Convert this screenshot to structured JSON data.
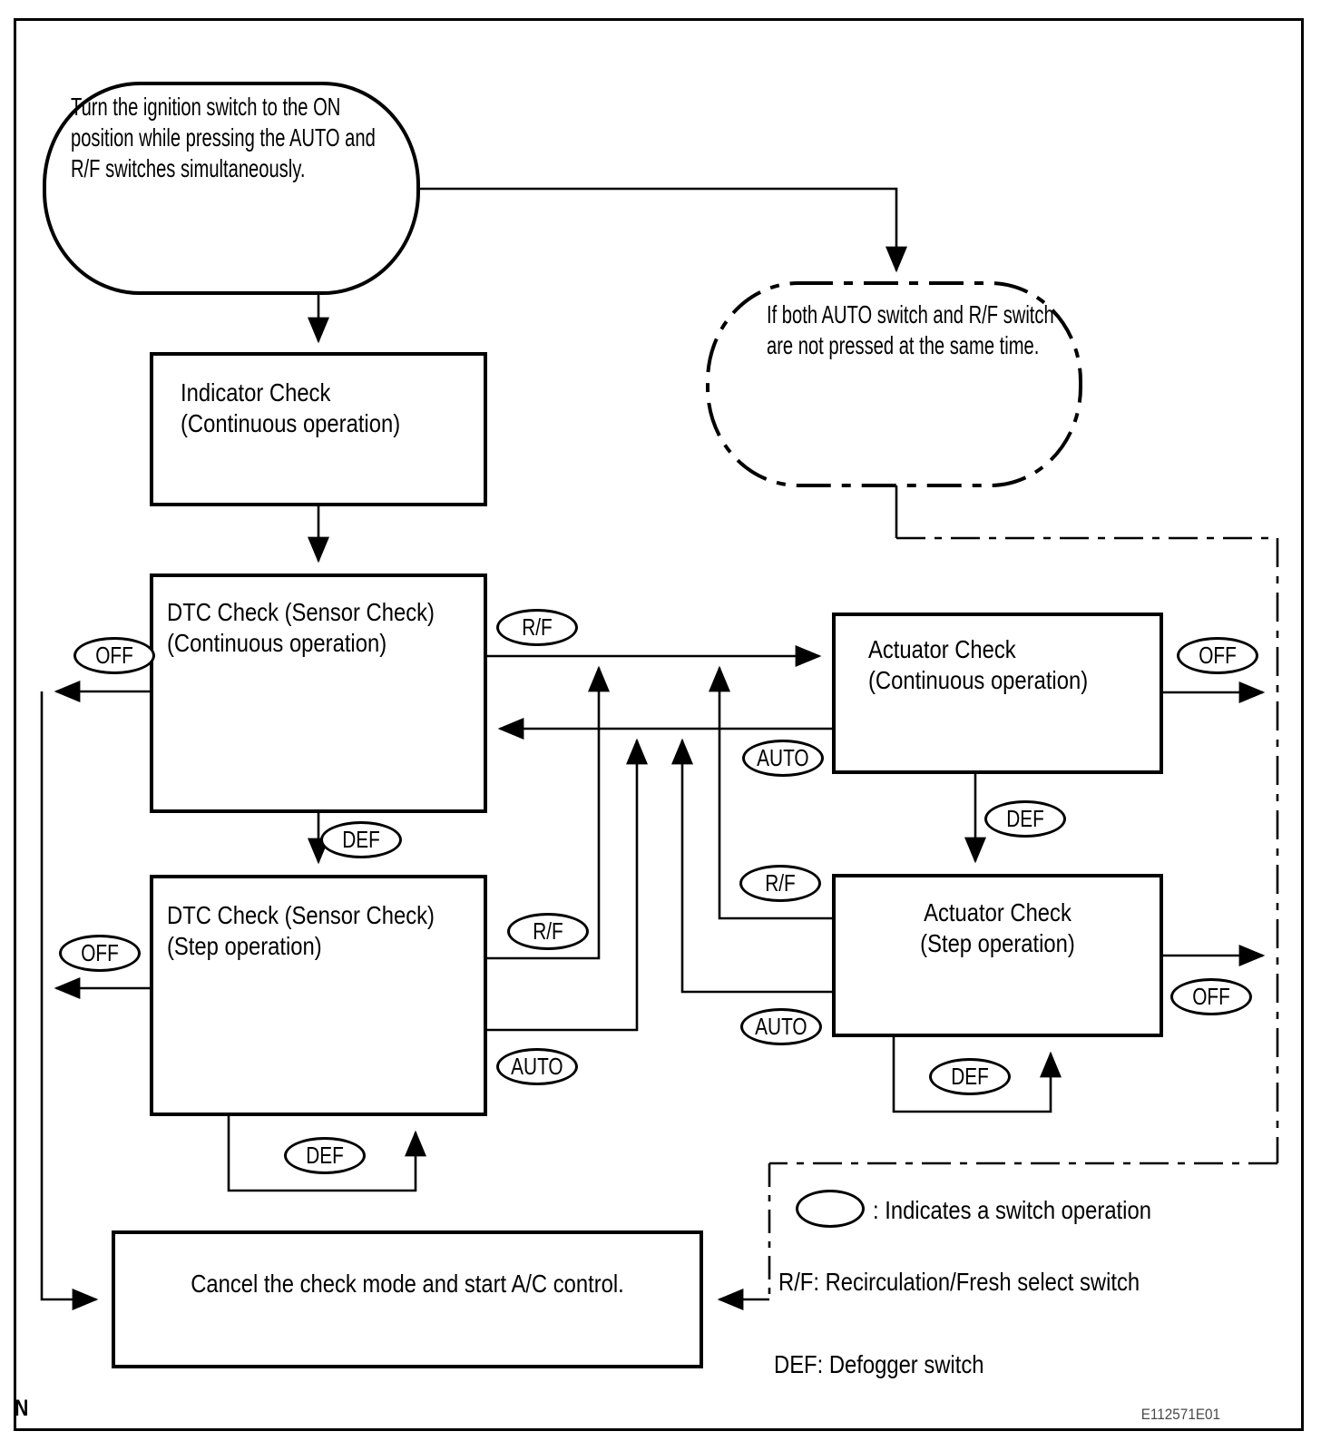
{
  "nodes": {
    "start": {
      "text": "Turn the ignition switch to the ON\nposition while pressing the AUTO and\nR/F switches simultaneously."
    },
    "branch": {
      "text": "If both AUTO switch and R/F switch\nare not pressed at the same time."
    },
    "indicator_check": {
      "text": "Indicator Check\n(Continuous operation)"
    },
    "dtc_continuous": {
      "text": "DTC Check (Sensor Check)\n(Continuous operation)"
    },
    "dtc_step": {
      "text": "DTC Check (Sensor Check)\n(Step operation)"
    },
    "actuator_continuous": {
      "text": "Actuator Check\n(Continuous operation)"
    },
    "actuator_step": {
      "text": "Actuator Check\n(Step operation)"
    },
    "cancel": {
      "text": "Cancel the check mode and start A/C control."
    }
  },
  "switch_labels": {
    "off": "OFF",
    "rf": "R/F",
    "auto": "AUTO",
    "def": "DEF"
  },
  "legend": {
    "oval_note": ": Indicates a switch operation",
    "rf_note": "R/F: Recirculation/Fresh select switch",
    "def_note": "DEF: Defogger switch"
  },
  "footer": {
    "page_marker": "N",
    "figure_code": "E112571E01"
  },
  "colors": {
    "line": "#000000",
    "background": "#ffffff"
  }
}
